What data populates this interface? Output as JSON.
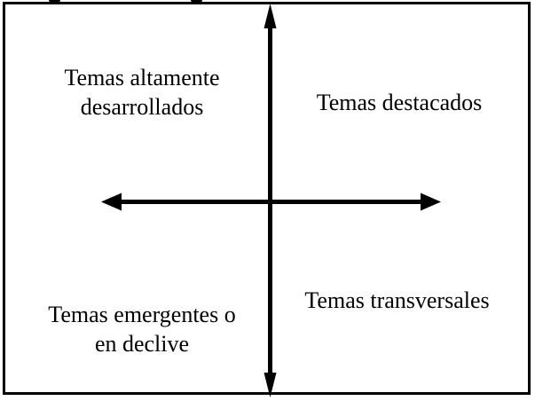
{
  "diagram": {
    "type": "quadrant-diagram",
    "background_color": "#ffffff",
    "line_color": "#000000",
    "text_color": "#000000",
    "quadrants": {
      "top_left": {
        "line1": "Temas altamente",
        "line2": "desarrollados"
      },
      "top_right": {
        "line1": "Temas destacados",
        "line2": ""
      },
      "bottom_left": {
        "line1": "Temas emergentes o",
        "line2": "en declive"
      },
      "bottom_right": {
        "line1": "Temas transversales",
        "line2": ""
      }
    }
  }
}
